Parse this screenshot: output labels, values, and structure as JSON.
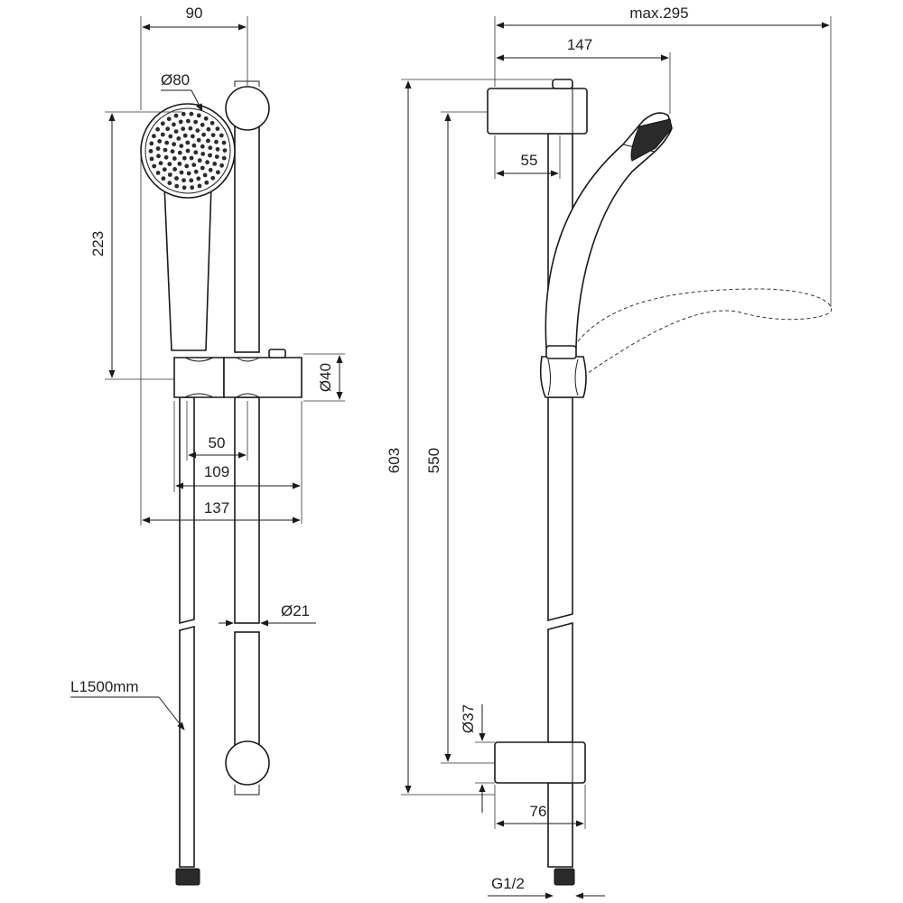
{
  "dimensions": {
    "front": {
      "width_90": "90",
      "head_diameter": "Ø80",
      "handset_length": "223",
      "slider_height": "Ø40",
      "slider_offset": "50",
      "slider_width": "109",
      "overall_width": "137",
      "rail_diameter": "Ø21",
      "hose_length": "L1500mm"
    },
    "side": {
      "max_reach": "max.295",
      "bracket_reach": "147",
      "top_bracket_depth": "55",
      "overall_height": "603",
      "rail_length": "550",
      "bottom_bracket_diameter": "Ø37",
      "bottom_bracket_depth": "76",
      "thread": "G1/2"
    }
  }
}
